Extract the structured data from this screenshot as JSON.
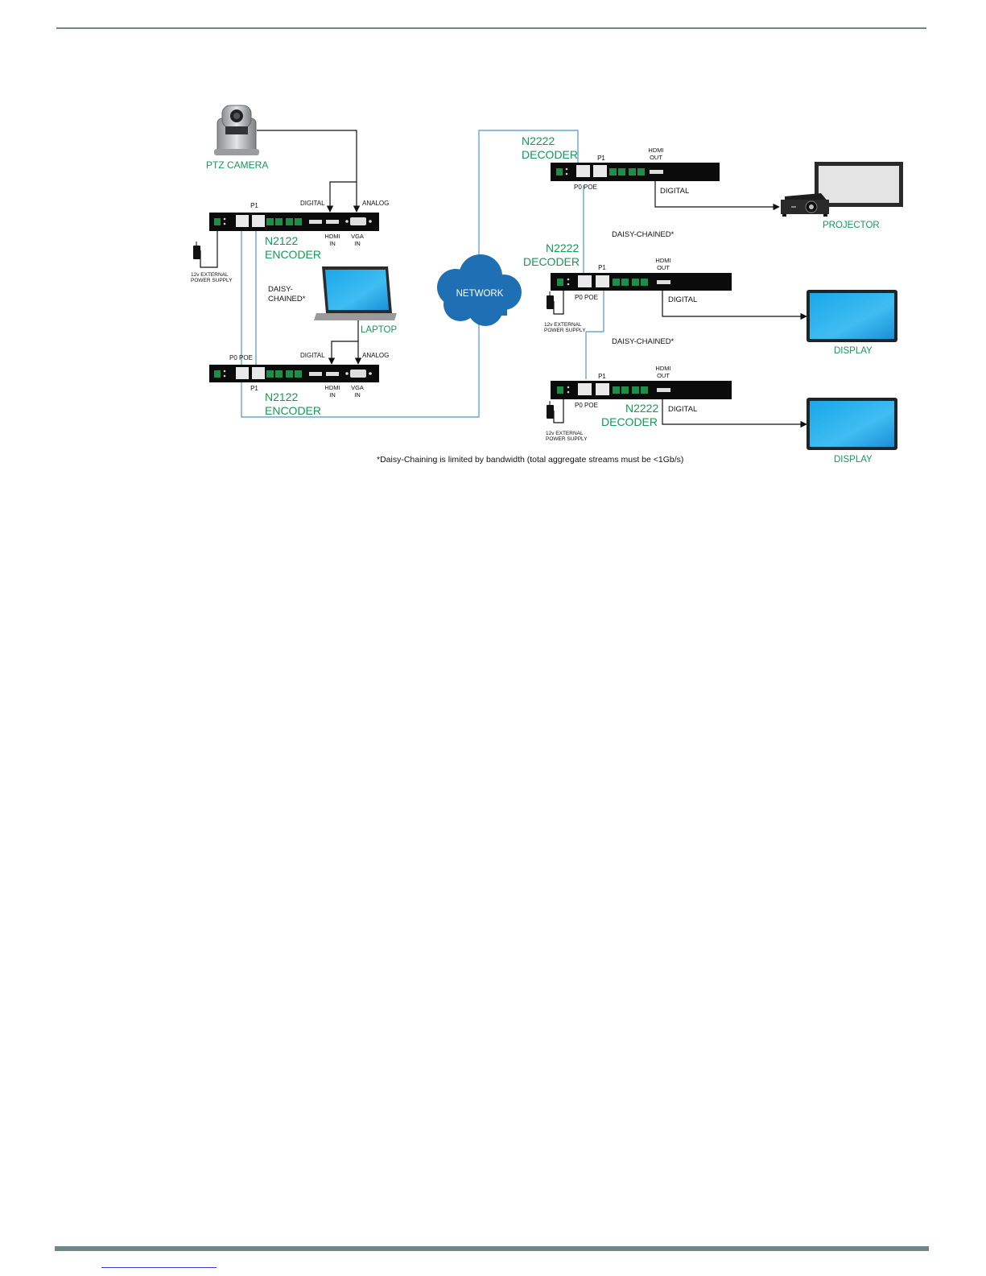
{
  "colors": {
    "label_green": "#149a58",
    "network_blue": "#1f6fb5",
    "net_line": "#6aa6cf",
    "rule": "#6f8785"
  },
  "devices": {
    "camera": {
      "label": "PTZ CAMERA"
    },
    "laptop": {
      "label": "LAPTOP"
    },
    "projector": {
      "label": "PROJECTOR"
    },
    "display1": {
      "label": "DISPLAY"
    },
    "display2": {
      "label": "DISPLAY"
    },
    "network": {
      "label": "NETWORK"
    }
  },
  "encoder1": {
    "model": "N2122",
    "kind": "ENCODER",
    "p1": "P1",
    "digital": "DIGITAL",
    "analog": "ANALOG",
    "hdmi_l1": "HDMI",
    "hdmi_l2": "IN",
    "vga_l1": "VGA",
    "vga_l2": "IN",
    "psu_l1": "12v EXTERNAL",
    "psu_l2": "POWER SUPPLY"
  },
  "encoder2": {
    "model": "N2122",
    "kind": "ENCODER",
    "p0": "P0 POE",
    "p1": "P1",
    "digital": "DIGITAL",
    "analog": "ANALOG",
    "hdmi_l1": "HDMI",
    "hdmi_l2": "IN",
    "vga_l1": "VGA",
    "vga_l2": "IN"
  },
  "daisy_left": {
    "l1": "DAISY-",
    "l2": "CHAINED*"
  },
  "decoder1": {
    "model": "N2222",
    "kind": "DECODER",
    "p1": "P1",
    "p0": "P0 POE",
    "hdmi_l1": "HDMI",
    "hdmi_l2": "OUT",
    "digital": "DIGITAL"
  },
  "decoder2": {
    "model": "N2222",
    "kind": "DECODER",
    "p1": "P1",
    "p0": "P0 POE",
    "hdmi_l1": "HDMI",
    "hdmi_l2": "OUT",
    "digital": "DIGITAL",
    "psu_l1": "12v EXTERNAL",
    "psu_l2": "POWER SUPPLY"
  },
  "decoder3": {
    "model": "N2222",
    "kind": "DECODER",
    "p1": "P1",
    "p0": "P0 POE",
    "hdmi_l1": "HDMI",
    "hdmi_l2": "OUT",
    "digital": "DIGITAL",
    "psu_l1": "12v EXTERNAL",
    "psu_l2": "POWER SUPPLY"
  },
  "daisy_right_1": "DAISY-CHAINED*",
  "daisy_right_2": "DAISY-CHAINED*",
  "footnote": "*Daisy-Chaining is limited by bandwidth (total aggregate streams must be <1Gb/s)"
}
